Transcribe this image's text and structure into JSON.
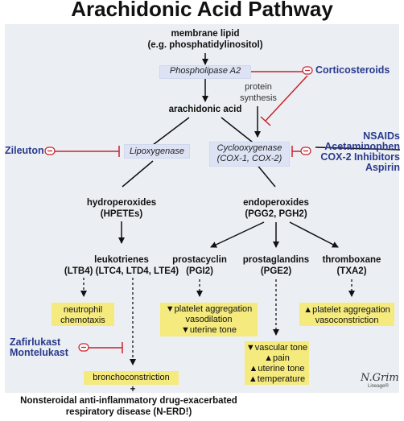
{
  "title": "Arachidonic Acid Pathway",
  "nodes": {
    "membrane_lipid": "membrane lipid",
    "membrane_lipid_sub": "(e.g. phosphatidylinositol)",
    "arachidonic_acid": "arachidonic acid",
    "protein_synthesis_1": "protein",
    "protein_synthesis_2": "synthesis",
    "hydroperoxides": "hydroperoxides",
    "hpetes": "(HPETEs)",
    "endoperoxides": "endoperoxides",
    "pgg2_pgh2": "(PGG2, PGH2)",
    "leukotrienes": "leukotrienes",
    "leukotrienes_sub": "(LTB4) (LTC4, LTD4, LTE4)",
    "prostacyclin": "prostacyclin",
    "pgi2": "(PGI2)",
    "prostaglandins": "prostaglandins",
    "pge2": "(PGE2)",
    "thromboxane": "thromboxane",
    "txa2": "(TXA2)"
  },
  "enzymes": {
    "phospholipase": "Phospholipase A2",
    "lipoxygenase": "Lipoxygenase",
    "cyclooxygenase_1": "Cyclooxygenase",
    "cyclooxygenase_2": "(COX-1, COX-2)"
  },
  "drugs": {
    "corticosteroids": "Corticosteroids",
    "zileuton": "Zileuton",
    "nsaids": "NSAIDs",
    "acetaminophen": "Acetaminophen",
    "cox2_inhibitors": "COX-2 Inhibitors",
    "aspirin": "Aspirin",
    "zafirlukast": "Zafirlukast",
    "montelukast": "Montelukast"
  },
  "effects": {
    "neutrophil_1": "neutrophil",
    "neutrophil_2": "chemotaxis",
    "pgi2_effect_1": "▼platelet aggregation",
    "pgi2_effect_2": "vasodilation",
    "pgi2_effect_3": "▼uterine tone",
    "pge2_effect_1": "▼vascular tone",
    "pge2_effect_2": "▲pain",
    "pge2_effect_3": "▲uterine tone",
    "pge2_effect_4": "▲temperature",
    "txa2_effect_1": "▲platelet aggregation",
    "txa2_effect_2": "vasoconstriction",
    "bronchoconstriction": "bronchoconstriction"
  },
  "footer": {
    "plus": "+",
    "line1": "Nonsteroidal anti-inflammatory drug-exacerbated",
    "line2": "respiratory disease (N-ERD!)"
  },
  "signature": {
    "line1": "N.Grim",
    "line2": "Lineage®"
  },
  "colors": {
    "panel": "#ebeff3",
    "enzyme_box": "#dde3f4",
    "effect_box": "#f5ea7e",
    "drug_text": "#2a3a8c",
    "inhibitor_line": "#c8232c"
  }
}
